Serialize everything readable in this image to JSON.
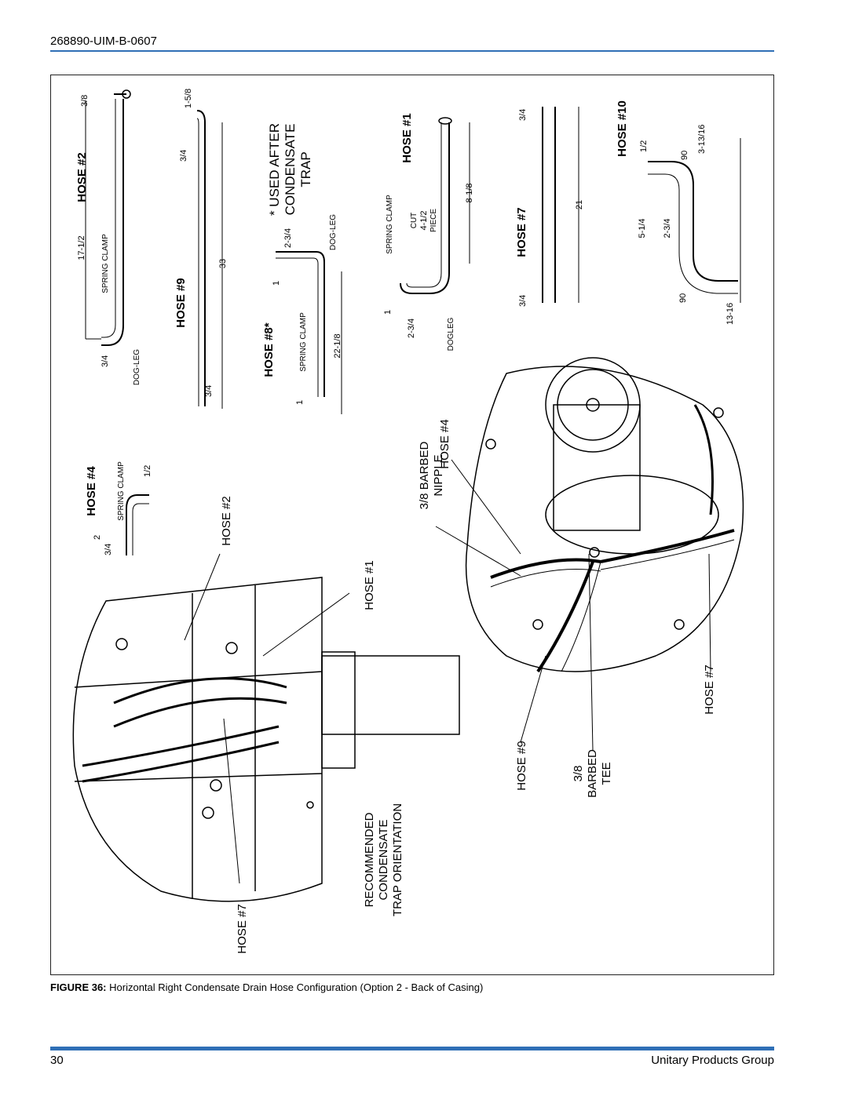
{
  "header": {
    "doc_id": "268890-UIM-B-0607"
  },
  "figure": {
    "hose_titles": {
      "hose2": "HOSE #2",
      "hose9": "HOSE #9",
      "hose8": "HOSE #8*",
      "hose1": "HOSE #1",
      "hose7": "HOSE #7",
      "hose10": "HOSE #10",
      "hose4": "HOSE #4"
    },
    "note_lines": [
      "* USED AFTER",
      "CONDENSATE",
      "TRAP"
    ],
    "labels": {
      "spring_clamp": "SPRING CLAMP",
      "dog_leg": "DOG-LEG",
      "dogleg": "DOGLEG",
      "cut": "CUT",
      "piece": "PIECE"
    },
    "dims": {
      "h2_a": "3/8",
      "h2_b": "17-1/2",
      "h2_c": "3/4",
      "h9_a": "1-5/8",
      "h9_b": "3/4",
      "h9_c": "33",
      "h9_d": "3/4",
      "h8_a": "2-3/4",
      "h8_b": "1",
      "h8_c": "22-1/8",
      "h8_d": "1",
      "h1_a": "4-1/2",
      "h1_b": "8-1/8",
      "h1_c": "1",
      "h1_d": "2-3/4",
      "h7_a": "3/4",
      "h7_b": "21",
      "h7_c": "3/4",
      "h10_a": "1/2",
      "h10_b": "90",
      "h10_c": "3-13/16",
      "h10_d": "5-1/4",
      "h10_e": "2-3/4",
      "h10_f": "90",
      "h10_g": "13-16",
      "h4_a": "1/2",
      "h4_b": "2",
      "h4_c": "3/4"
    },
    "callouts": {
      "barbed_nipple": [
        "3/8  BARBED",
        "NIPPLE"
      ],
      "hose4": "HOSE #4",
      "hose2": "HOSE #2",
      "hose1": "HOSE #1",
      "hose7_left": "HOSE #7",
      "recommended": [
        "RECOMMENDED",
        "CONDENSATE",
        "TRAP ORIENTATION"
      ],
      "hose9": "HOSE #9",
      "barbed_tee": [
        "3/8",
        "BARBED",
        "TEE"
      ],
      "hose7_right": "HOSE #7"
    }
  },
  "caption": {
    "label": "FIGURE 36:",
    "text": " Horizontal Right Condensate Drain Hose Configuration (Option 2 - Back of Casing)"
  },
  "footer": {
    "page_number": "30",
    "company": "Unitary Products Group"
  }
}
